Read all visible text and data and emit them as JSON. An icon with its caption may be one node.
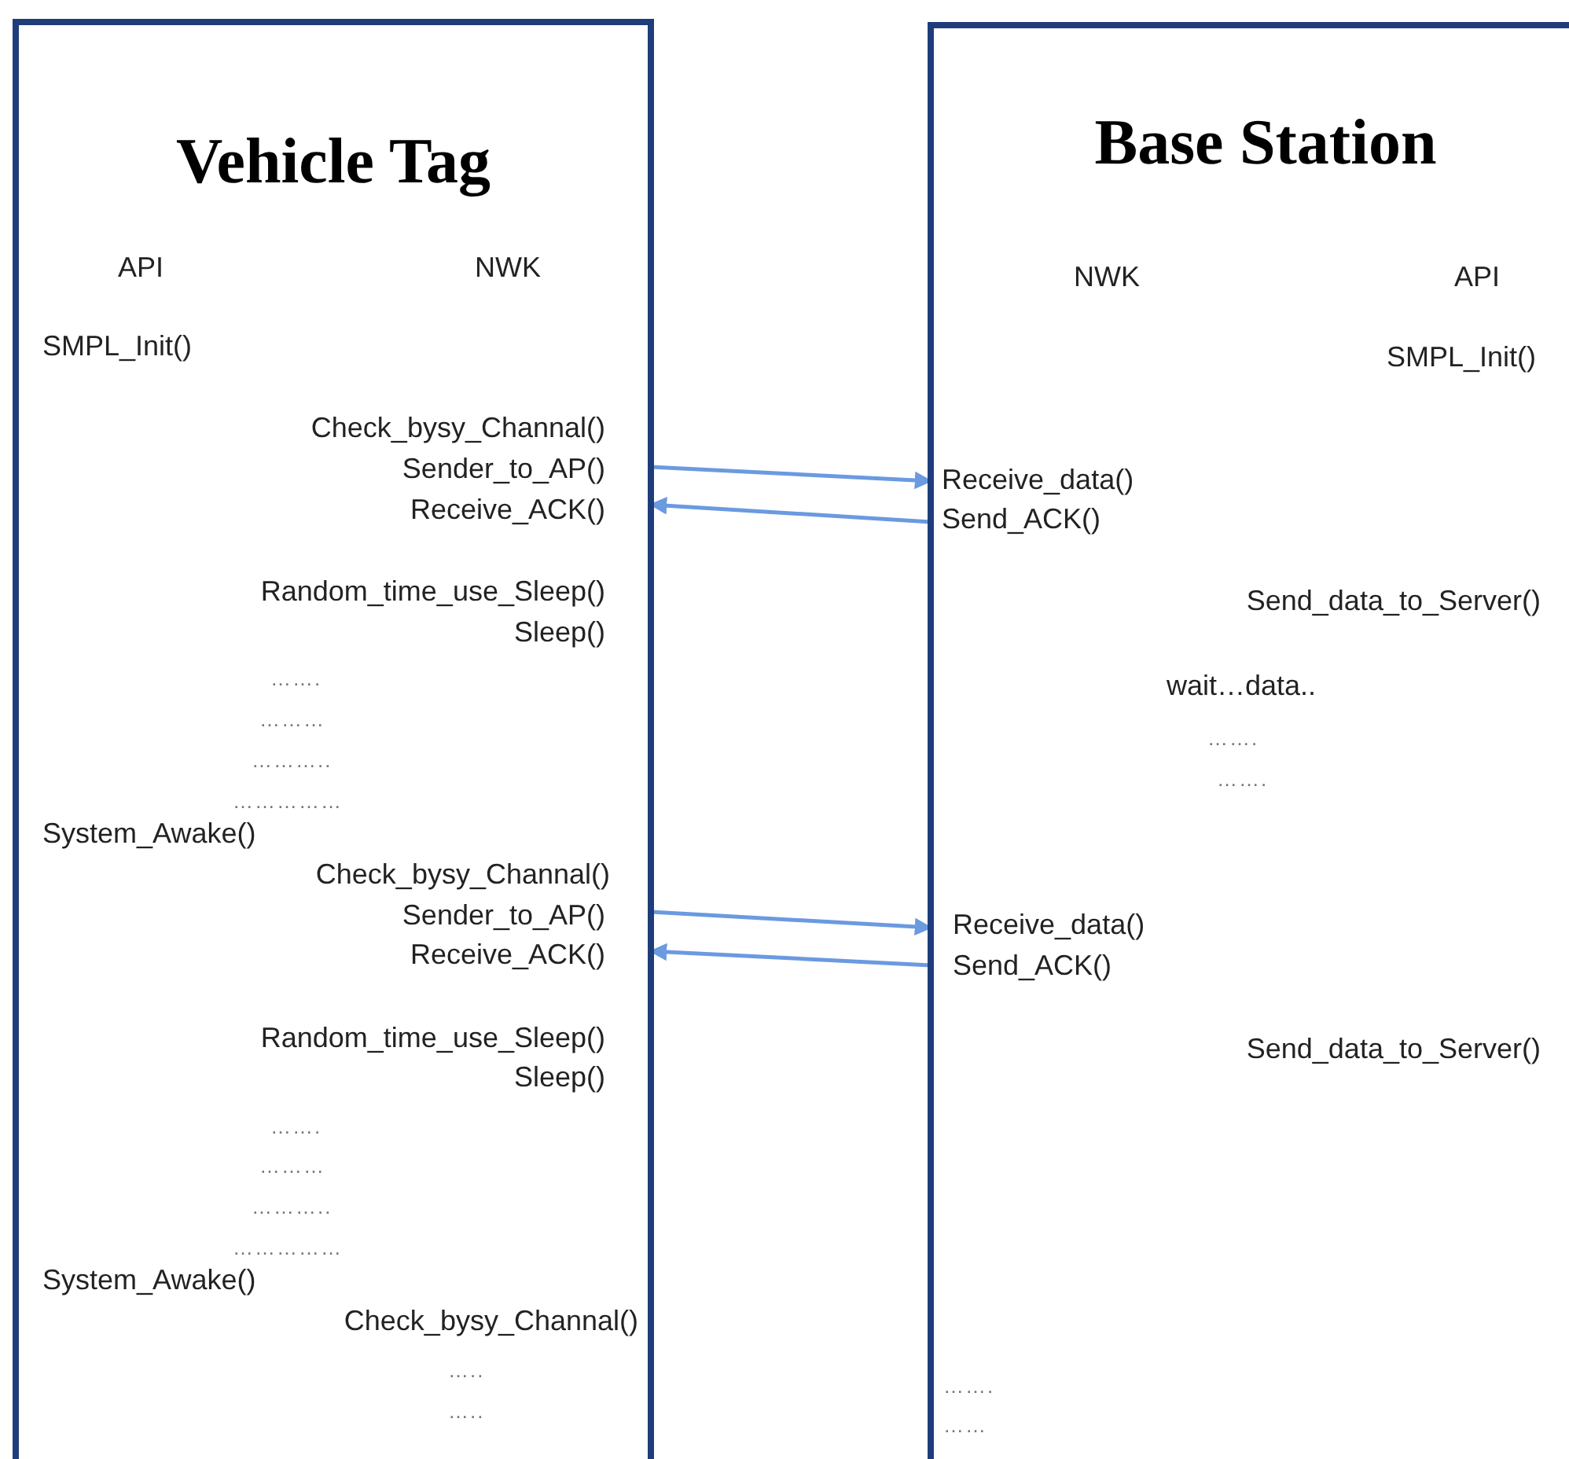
{
  "diagram": {
    "nodes": [
      {
        "text": [
          "Vehicle Tag"
        ]
      },
      {
        "text": [
          "Base Station"
        ]
      }
    ],
    "edges": [
      {
        "from": 0,
        "to": 1,
        "arrow": "to"
      },
      {
        "from": 1,
        "to": 0,
        "arrow": "to"
      },
      {
        "from": 0,
        "to": 1,
        "arrow": "to"
      },
      {
        "from": 1,
        "to": 0,
        "arrow": "to"
      }
    ],
    "labels": [
      "API",
      "NWK",
      "SMPL_Init()",
      "Check_bysy_Channal()",
      "Sender_to_AP()",
      "Receive_ACK()",
      "Random_time_use_Sleep()",
      "Sleep()",
      "…….",
      "………",
      "………..",
      "……………",
      "System_Awake()",
      "Check_bysy_Channal()",
      "Sender_to_AP()",
      "Receive_ACK()",
      "Random_time_use_Sleep()",
      "Sleep()",
      "…….",
      "………",
      "………..",
      "……………",
      "System_Awake()",
      "Check_bysy_Channal()",
      "…..",
      "…..",
      "NWK",
      "API",
      "SMPL_Init()",
      "Receive_data()",
      "Send_ACK()",
      "Send_data_to_Server()",
      "wait…data..",
      "…….",
      "…….",
      "Receive_data()",
      "Send_ACK()",
      "Send_data_to_Server()",
      "…….",
      "……"
    ]
  }
}
